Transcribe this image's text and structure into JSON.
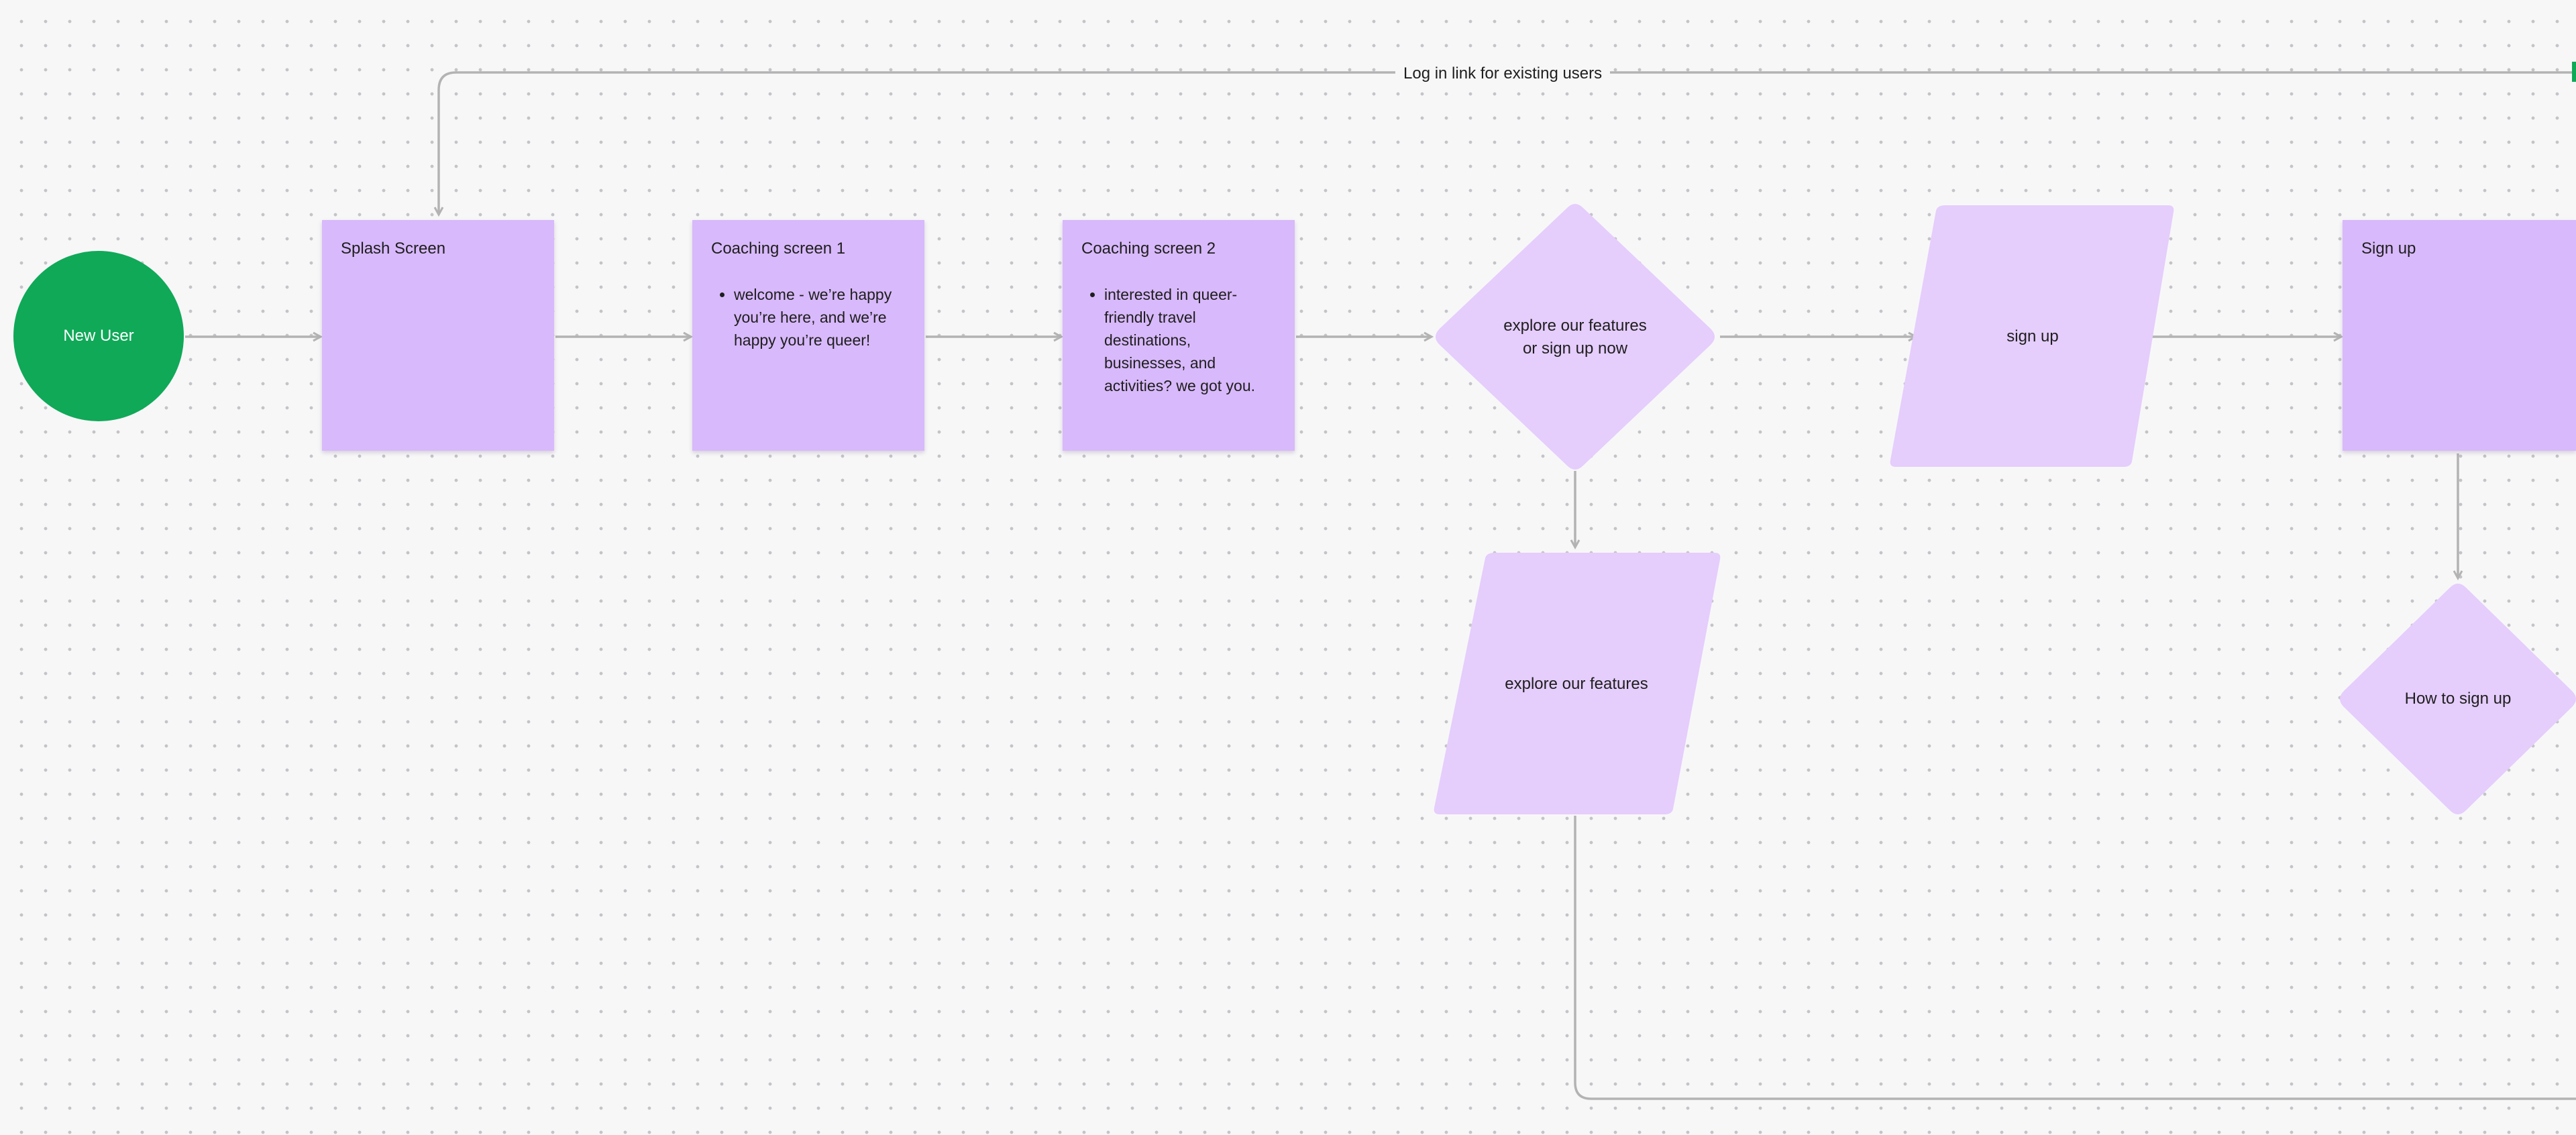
{
  "start_node": {
    "label": "New User"
  },
  "screens": [
    {
      "title": "Splash Screen",
      "bullets": []
    },
    {
      "title": "Coaching screen 1",
      "bullets": [
        "welcome - we’re happy you’re here, and we’re happy you’re queer!"
      ]
    },
    {
      "title": "Coaching screen 2",
      "bullets": [
        "interested in queer-friendly travel destinations, businesses, and activities? we got you."
      ]
    },
    {
      "title": "Sign up",
      "bullets": []
    }
  ],
  "decisions": {
    "explore_or_signup": {
      "label": "explore our features or sign up now"
    },
    "how_to_sign_up": {
      "label": "How to sign up"
    }
  },
  "inputs": {
    "sign_up": {
      "label": "sign up"
    },
    "explore_features": {
      "label": "explore our features"
    }
  },
  "connectors": {
    "login_link": {
      "label": "Log in link for existing users"
    }
  },
  "colors": {
    "sticky": "#d8b9fb",
    "shape_fill": "#e5cdfc",
    "start_node": "#0fa958",
    "connector": "#b3b3b3",
    "background": "#f7f7f8"
  }
}
